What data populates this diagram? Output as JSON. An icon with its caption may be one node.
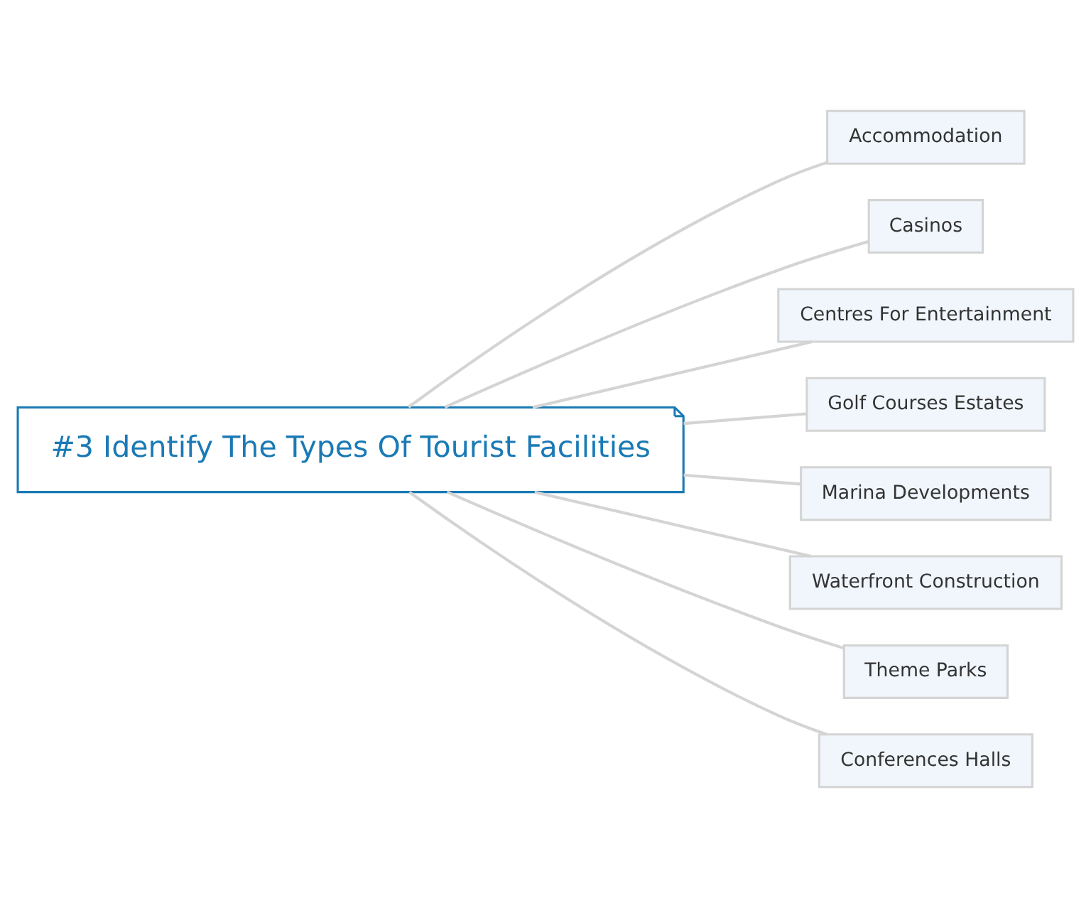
{
  "diagram": {
    "nodes": [
      {
        "text": [
          "#3 Identify The Types Of Tourist Facilities"
        ]
      },
      {
        "text": [
          "Accommodation"
        ]
      },
      {
        "text": [
          "Casinos"
        ]
      },
      {
        "text": [
          "Centres For Entertainment"
        ]
      },
      {
        "text": [
          "Golf Courses Estates"
        ]
      },
      {
        "text": [
          "Marina Developments"
        ]
      },
      {
        "text": [
          "Waterfront Construction"
        ]
      },
      {
        "text": [
          "Theme Parks"
        ]
      },
      {
        "text": [
          "Conferences Halls"
        ]
      }
    ],
    "edges": [
      {
        "from": 0,
        "to": 1,
        "arrow": "none"
      },
      {
        "from": 0,
        "to": 2,
        "arrow": "none"
      },
      {
        "from": 0,
        "to": 3,
        "arrow": "none"
      },
      {
        "from": 0,
        "to": 4,
        "arrow": "none"
      },
      {
        "from": 0,
        "to": 5,
        "arrow": "none"
      },
      {
        "from": 0,
        "to": 6,
        "arrow": "none"
      },
      {
        "from": 0,
        "to": 7,
        "arrow": "none"
      },
      {
        "from": 0,
        "to": 8,
        "arrow": "none"
      }
    ]
  }
}
